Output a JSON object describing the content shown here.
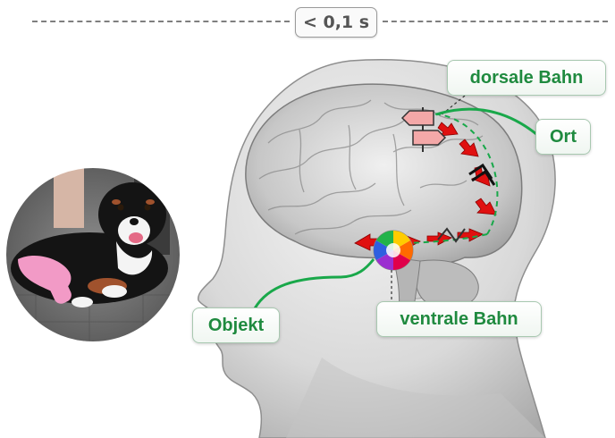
{
  "time_badge": {
    "text": "< 0,1 s"
  },
  "labels": {
    "dorsal_stream": "dorsale Bahn",
    "location": "Ort",
    "object": "Objekt",
    "ventral_stream": "ventrale Bahn"
  },
  "colors": {
    "label_text": "#1f8a3f",
    "connector": "#19a84a",
    "pathway_arrow": "#e01010",
    "timeline": "#7f7f7f"
  },
  "icons": {
    "color_wheel": "color-wheel-icon",
    "location_sign": "signpost-icon",
    "dog_photo": "dog-photo"
  }
}
